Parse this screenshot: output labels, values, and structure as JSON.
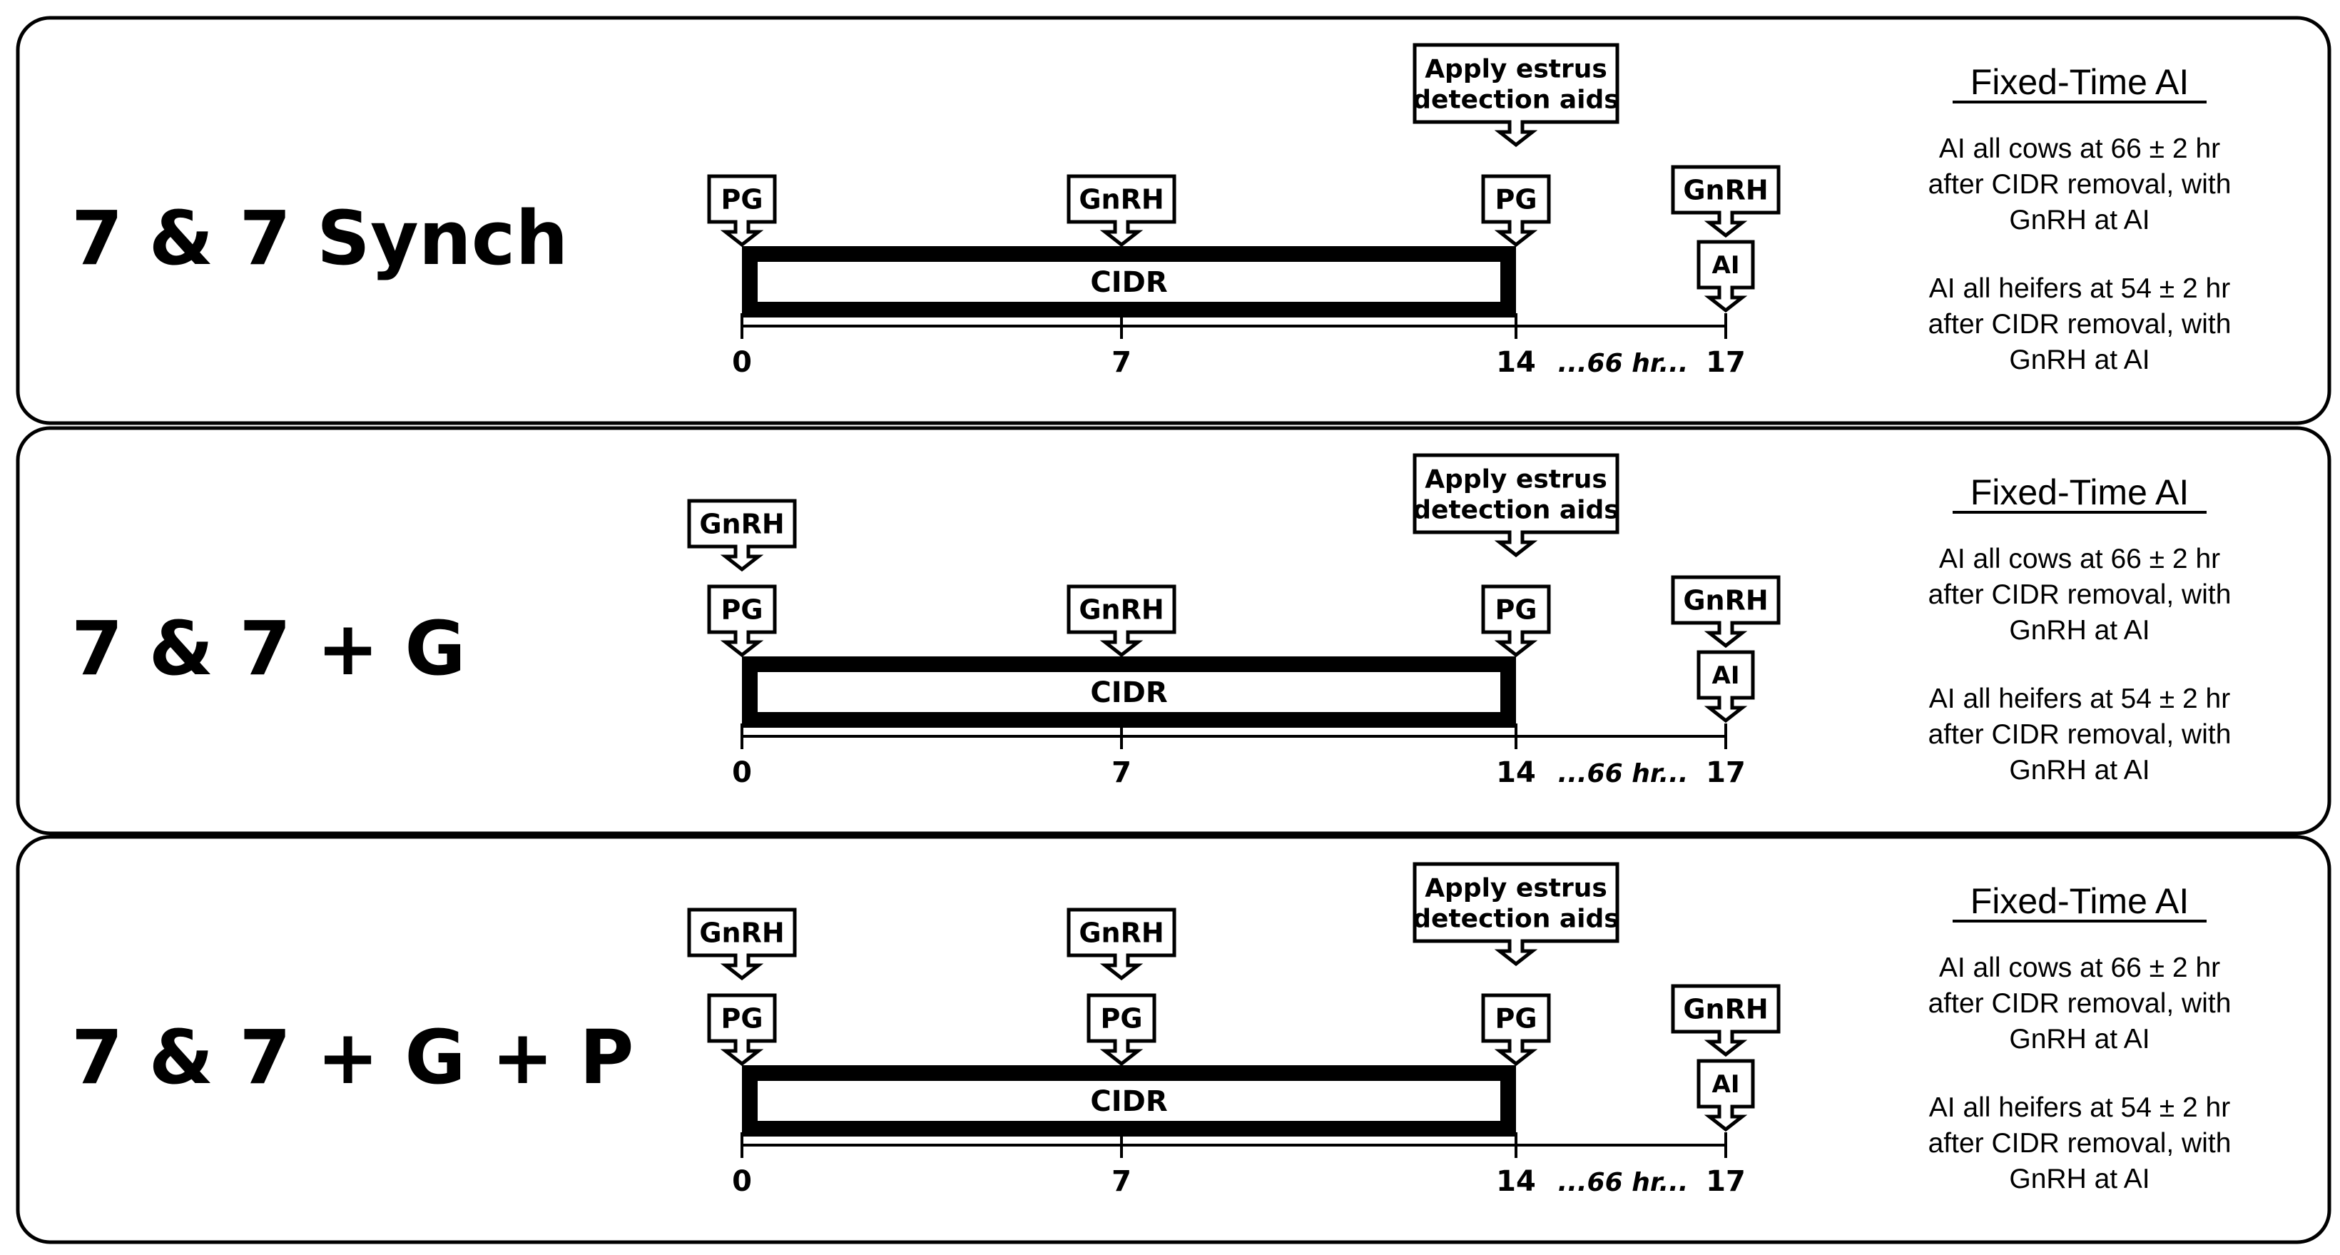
{
  "panels": [
    {
      "title": "7 & 7 Synch",
      "pre_day0_label": "",
      "day0_label": "PG",
      "day7_top_label": "",
      "day7_label": "GnRH",
      "day14_top_label": "Apply estrus detection aids",
      "day14_label": "PG",
      "day17_top_label": "GnRH",
      "day17_label": "AI",
      "bar_label": "CIDR",
      "axis_ticks": [
        "0",
        "7",
        "14",
        "17"
      ],
      "interval_label": "...66 hr...",
      "fixed_time_heading": "Fixed-Time AI",
      "cows_text": [
        "AI all cows at 66 ± 2 hr",
        "after CIDR removal, with",
        "GnRH at AI"
      ],
      "heifers_text": [
        "AI all heifers at 54 ± 2 hr",
        "after CIDR removal, with",
        "GnRH at AI"
      ]
    },
    {
      "title": "7 & 7 + G",
      "pre_day0_label": "GnRH",
      "day0_label": "PG",
      "day7_top_label": "",
      "day7_label": "GnRH",
      "day14_top_label": "Apply estrus detection aids",
      "day14_label": "PG",
      "day17_top_label": "GnRH",
      "day17_label": "AI",
      "bar_label": "CIDR",
      "axis_ticks": [
        "0",
        "7",
        "14",
        "17"
      ],
      "interval_label": "...66 hr...",
      "fixed_time_heading": "Fixed-Time AI",
      "cows_text": [
        "AI all cows at 66 ± 2 hr",
        "after CIDR removal, with",
        "GnRH at AI"
      ],
      "heifers_text": [
        "AI all heifers at 54 ± 2 hr",
        "after CIDR removal, with",
        "GnRH at AI"
      ]
    },
    {
      "title": "7 & 7 + G + P",
      "pre_day0_label": "GnRH",
      "day0_label": "PG",
      "day7_top_label": "GnRH",
      "day7_label": "PG",
      "day14_top_label": "Apply estrus detection aids",
      "day14_label": "PG",
      "day17_top_label": "GnRH",
      "day17_label": "AI",
      "bar_label": "CIDR",
      "axis_ticks": [
        "0",
        "7",
        "14",
        "17"
      ],
      "interval_label": "...66 hr...",
      "fixed_time_heading": "Fixed-Time AI",
      "cows_text": [
        "AI all cows at 66 ± 2 hr",
        "after CIDR removal, with",
        "GnRH at AI"
      ],
      "heifers_text": [
        "AI all heifers at 54 ± 2 hr",
        "after CIDR removal, with",
        "GnRH at AI"
      ]
    }
  ]
}
